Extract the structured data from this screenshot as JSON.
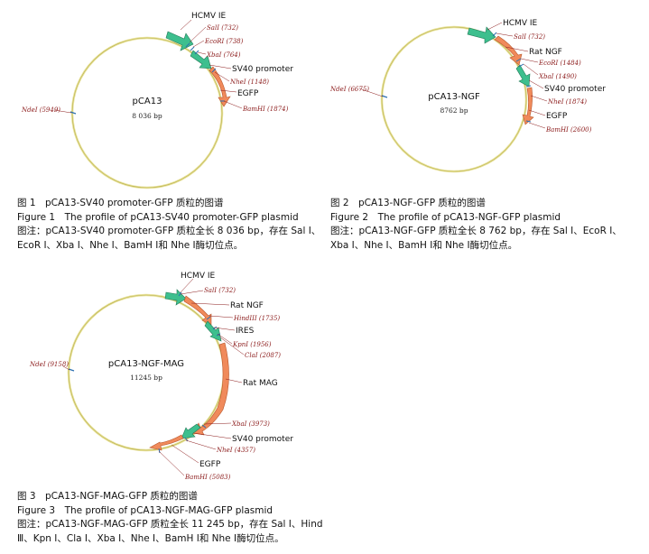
{
  "colors": {
    "backbone": "#e8e29a",
    "green_arrow": "#3dbf8e",
    "orange_arrow": "#f08a5b",
    "site_text": "#8b1a1a",
    "site_line": "#2a6fb0"
  },
  "figures": [
    {
      "name": "pCA13",
      "size": "8 036 bp",
      "features": [
        "HCMV IE",
        "SV40 promoter",
        "EGFP"
      ],
      "sites": [
        "SalI (732)",
        "EcoRI (738)",
        "XbaI (764)",
        "NheI (1148)",
        "BamHI (1874)",
        "NdeI (5949)"
      ],
      "caption": {
        "cn_title": "图 1　pCA13-SV40 promoter-GFP 质粒的图谱",
        "en_title": "Figure 1　The profile of pCA13-SV40 promoter-GFP plasmid",
        "note_1": "图注：pCA13-SV40 promoter-GFP 质粒全长 8 036 bp，存在 Sal Ⅰ、",
        "note_2": "EcoR Ⅰ、Xba Ⅰ、Nhe Ⅰ、BamH Ⅰ和 Nhe Ⅰ酶切位点。"
      }
    },
    {
      "name": "pCA13-NGF",
      "size": "8762 bp",
      "features": [
        "HCMV IE",
        "Rat NGF",
        "SV40 promoter",
        "EGFP"
      ],
      "sites": [
        "SalI (732)",
        "EcoRI (1484)",
        "XbaI (1490)",
        "NheI (1874)",
        "BamHI (2600)",
        "NdeI (6675)"
      ],
      "caption": {
        "cn_title": "图 2　pCA13-NGF-GFP 质粒的图谱",
        "en_title": "Figure 2　The profile of pCA13-NGF-GFP plasmid",
        "note_1": "图注：pCA13-NGF-GFP 质粒全长 8 762 bp，存在 Sal Ⅰ、EcoR Ⅰ、",
        "note_2": "Xba Ⅰ、Nhe Ⅰ、BamH Ⅰ和 Nhe Ⅰ酶切位点。"
      }
    },
    {
      "name": "pCA13-NGF-MAG",
      "size": "11245 bp",
      "features": [
        "HCMV IE",
        "Rat NGF",
        "IRES",
        "Rat MAG",
        "SV40 promoter",
        "EGFP"
      ],
      "sites": [
        "SalI (732)",
        "HindIII (1735)",
        "KpnI (1956)",
        "ClaI (2087)",
        "XbaI (3973)",
        "NheI (4357)",
        "BamHI (5083)",
        "NdeI (9158)"
      ],
      "caption": {
        "cn_title": "图 3　pCA13-NGF-MAG-GFP 质粒的图谱",
        "en_title": "Figure 3　The profile of pCA13-NGF-MAG-GFP plasmid",
        "note_1": "图注：pCA13-NGF-MAG-GFP 质粒全长 11 245 bp，存在 Sal Ⅰ、Hind",
        "note_2": "Ⅲ、Kpn Ⅰ、Cla Ⅰ、Xba Ⅰ、Nhe Ⅰ、BamH Ⅰ和 Nhe Ⅰ酶切位点。"
      }
    }
  ]
}
